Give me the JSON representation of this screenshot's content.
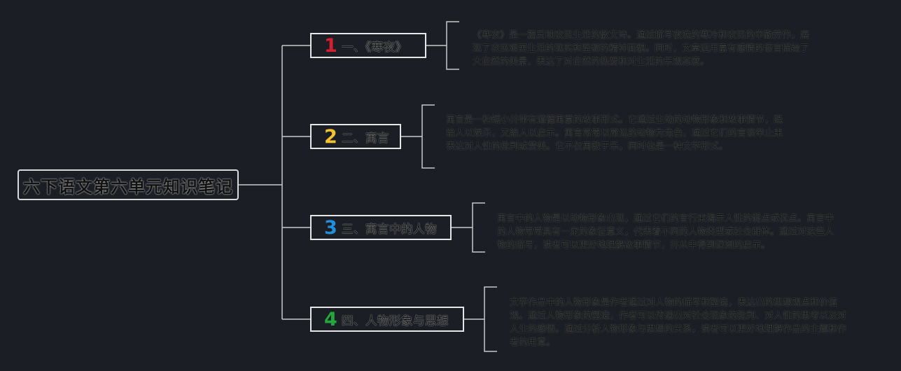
{
  "root": {
    "title": "六下语文第六单元知识笔记"
  },
  "topics": [
    {
      "number": "1",
      "number_color": "#d6202f",
      "label": "一、《寒夜》",
      "note": "《寒夜》是一篇反映农民生活的散文诗。通过描写夜晚的寒冷和农民的辛勤劳作，展现了农民艰苦生活的现实和坚韧的精神面貌。同时，文章运用富有感情的语言描绘了大自然的美景，表达了对自然的热爱和对生活的乐观态度。"
    },
    {
      "number": "2",
      "number_color": "#f2c230",
      "label": "二、寓言",
      "note": "寓言是一种短小并带有道德寓意的故事形式。它通过生动的动物形象和故事情节，既给人以娱乐，又给人以启示。寓言常常以常见的动物为角色，通过它们的言谈举止来表达对人性的批判或赞美。它不仅寓教于乐，同时也是一种文学形式。"
    },
    {
      "number": "3",
      "number_color": "#1e8fd8",
      "label": "三、寓言中的人物",
      "note": "寓言中的人物是以动物形象出现，通过它们的言行来揭示人性的弱点或优点。寓言中的人物常常具有一定的象征意义，代表着不同的人物类型或社会群体。通过对这些人物的描写，读者可以更好地理解故事情节，并从中得到深刻的启示。"
    },
    {
      "number": "4",
      "number_color": "#22a83a",
      "label": "四、人物形象与思想",
      "note": "文学作品中的人物形象是作者通过对人物的描写和塑造，表达出的思想观点和价值观。通过人物形象的塑造，作者可以传递出对社会现象的批判、对人性的思考以及对人生的感悟。通过分析人物形象与思想的关系，读者可以更好地理解作品的主题和作者的用意。"
    }
  ],
  "colors": {
    "background": "#1b1f25",
    "connector": "#c8c8c8"
  }
}
